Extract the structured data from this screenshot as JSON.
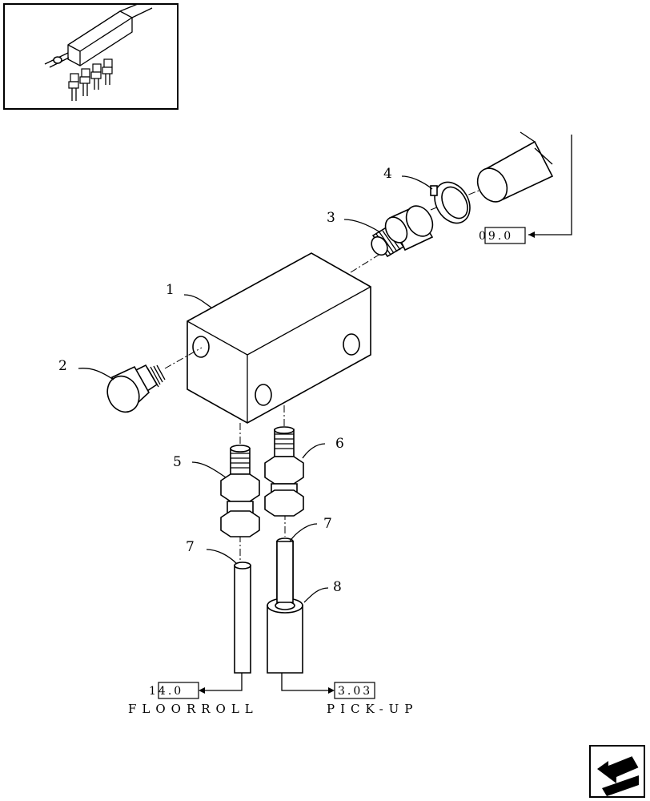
{
  "labels": {
    "item_1": "1",
    "item_2": "2",
    "item_3": "3",
    "item_4": "4",
    "item_5": "5",
    "item_6": "6",
    "item_7a": "7",
    "item_7b": "7",
    "item_8": "8"
  },
  "refs": {
    "ref_top": "09.0",
    "ref_left": "14.0",
    "ref_right": "3.03"
  },
  "captions": {
    "left": "FLOORROLL",
    "right": "PICK-UP"
  },
  "icons": {
    "thumbnail": "assembly-thumbnail-icon",
    "nav": "back-arrow-icon"
  }
}
